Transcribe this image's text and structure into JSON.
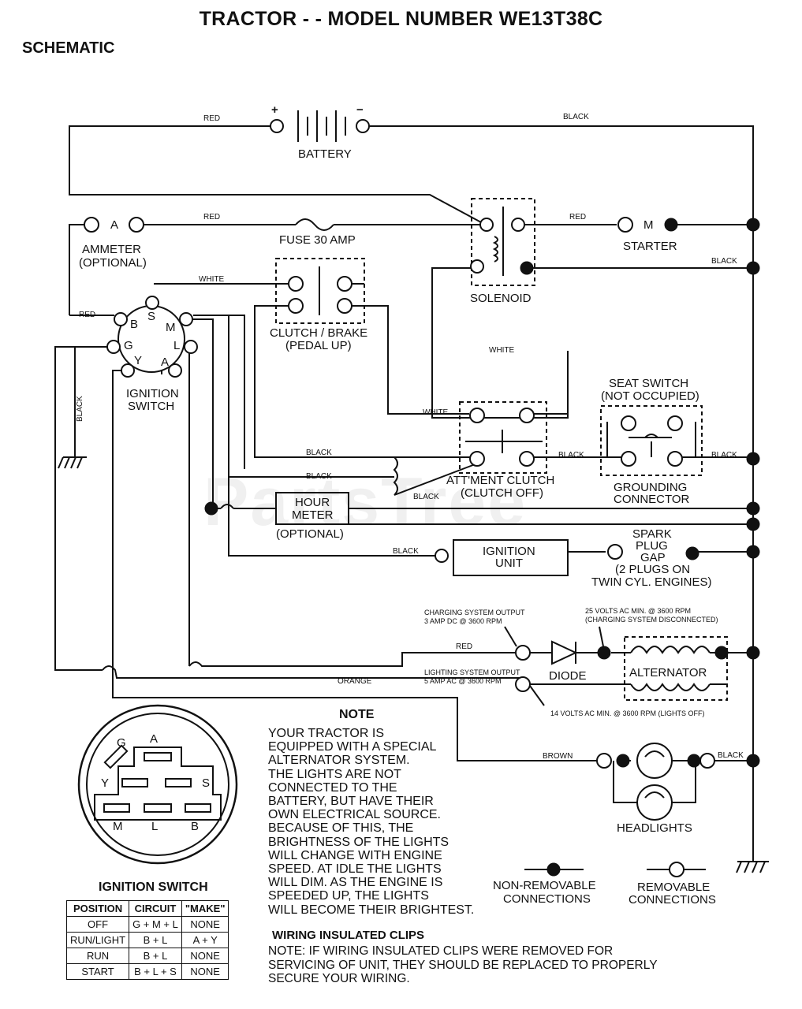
{
  "header": {
    "title": "TRACTOR - - MODEL NUMBER WE13T38C",
    "subtitle": "SCHEMATIC"
  },
  "watermark": "PartsTree",
  "components": {
    "battery": "BATTERY",
    "battery_plus": "+",
    "battery_minus": "−",
    "ammeter_line1": "AMMETER",
    "ammeter_line2": "(OPTIONAL)",
    "ammeter_symbol": "A",
    "fuse": "FUSE 30 AMP",
    "solenoid": "SOLENOID",
    "starter": "STARTER",
    "starter_symbol": "M",
    "clutch_brake_line1": "CLUTCH / BRAKE",
    "clutch_brake_line2": "(PEDAL UP)",
    "ignition_switch_line1": "IGNITION",
    "ignition_switch_line2": "SWITCH",
    "seat_switch_line1": "SEAT SWITCH",
    "seat_switch_line2": "(NOT OCCUPIED)",
    "grounding_line1": "GROUNDING",
    "grounding_line2": "CONNECTOR",
    "attment_line1": "ATT'MENT CLUTCH",
    "attment_line2": "(CLUTCH OFF)",
    "hour_meter_line1": "HOUR",
    "hour_meter_line2": "METER",
    "hour_meter_line3": "(OPTIONAL)",
    "ignition_unit_line1": "IGNITION",
    "ignition_unit_line2": "UNIT",
    "spark_line1": "SPARK",
    "spark_line2": "PLUG",
    "spark_line3": "GAP",
    "spark_line4": "(2 PLUGS ON",
    "spark_line5": "TWIN CYL. ENGINES)",
    "diode": "DIODE",
    "alternator": "ALTERNATOR",
    "headlights": "HEADLIGHTS",
    "charging_line1": "CHARGING SYSTEM OUTPUT",
    "charging_line2": "3 AMP DC @ 3600 RPM",
    "volts25_line1": "25 VOLTS AC MIN. @ 3600 RPM",
    "volts25_line2": "(CHARGING SYSTEM DISCONNECTED)",
    "lighting_line1": "LIGHTING SYSTEM OUTPUT",
    "lighting_line2": "5 AMP AC @ 3600 RPM",
    "volts14": "14 VOLTS AC MIN. @ 3600 RPM (LIGHTS OFF)",
    "non_removable_line1": "NON-REMOVABLE",
    "non_removable_line2": "CONNECTIONS",
    "removable_line1": "REMOVABLE",
    "removable_line2": "CONNECTIONS"
  },
  "terminals": {
    "B": "B",
    "S": "S",
    "M": "M",
    "G": "G",
    "L": "L",
    "Y": "Y",
    "A": "A"
  },
  "wires": {
    "red": "RED",
    "black": "BLACK",
    "white": "WHITE",
    "orange": "ORANGE",
    "brown": "BROWN"
  },
  "note": {
    "heading": "NOTE",
    "lines": [
      "YOUR TRACTOR IS",
      "EQUIPPED WITH A SPECIAL",
      "ALTERNATOR SYSTEM.",
      "THE LIGHTS ARE NOT",
      "CONNECTED TO THE",
      "BATTERY, BUT HAVE THEIR",
      "OWN ELECTRICAL SOURCE.",
      "BECAUSE OF THIS, THE",
      "BRIGHTNESS OF THE LIGHTS",
      "WILL CHANGE WITH ENGINE",
      "SPEED.  AT IDLE THE LIGHTS",
      "WILL DIM.  AS THE ENGINE IS",
      "SPEEDED UP, THE LIGHTS",
      "WILL BECOME THEIR BRIGHTEST."
    ]
  },
  "clips": {
    "heading": "WIRING INSULATED CLIPS",
    "text": "NOTE: IF WIRING INSULATED CLIPS WERE REMOVED FOR SERVICING OF UNIT, THEY SHOULD BE REPLACED TO PROPERLY SECURE YOUR WIRING."
  },
  "ignition_table": {
    "title": "IGNITION SWITCH",
    "headers": [
      "POSITION",
      "CIRCUIT",
      "\"MAKE\""
    ],
    "rows": [
      [
        "OFF",
        "G + M + L",
        "NONE"
      ],
      [
        "RUN/LIGHT",
        "B + L",
        "A + Y"
      ],
      [
        "RUN",
        "B + L",
        "NONE"
      ],
      [
        "START",
        "B + L + S",
        "NONE"
      ]
    ]
  }
}
